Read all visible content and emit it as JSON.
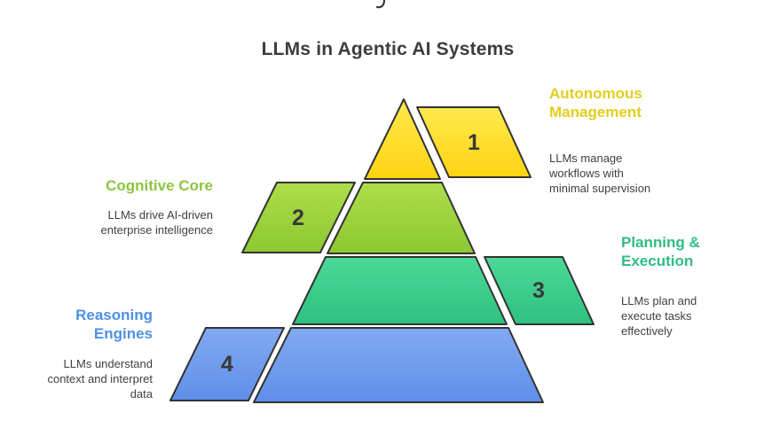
{
  "title": "LLMs in Agentic AI Systems",
  "levels": [
    {
      "number": "1",
      "heading": "Autonomous Management",
      "description": "LLMs manage workflows with minimal supervision",
      "heading_color": "#e3cd1c",
      "color_top": "#ffe94f",
      "color_bottom": "#ffd311"
    },
    {
      "number": "2",
      "heading": "Cognitive Core",
      "description": "LLMs drive AI-driven enterprise intelligence",
      "heading_color": "#8cc63f",
      "color_top": "#aedd4b",
      "color_bottom": "#8cc832"
    },
    {
      "number": "3",
      "heading": "Planning & Execution",
      "description": "LLMs plan and execute tasks effectively",
      "heading_color": "#2ebd85",
      "color_top": "#4cd998",
      "color_bottom": "#2ec17f"
    },
    {
      "number": "4",
      "heading": "Reasoning Engines",
      "description": "LLMs understand context and interpret data",
      "heading_color": "#4d8fe8",
      "color_top": "#82aaf2",
      "color_bottom": "#5f8fe8"
    }
  ],
  "colors": {
    "outline": "#333333",
    "title": "#3d3d3d",
    "body_text": "#3f3f3f",
    "number": "#383838",
    "background": "#ffffff"
  }
}
